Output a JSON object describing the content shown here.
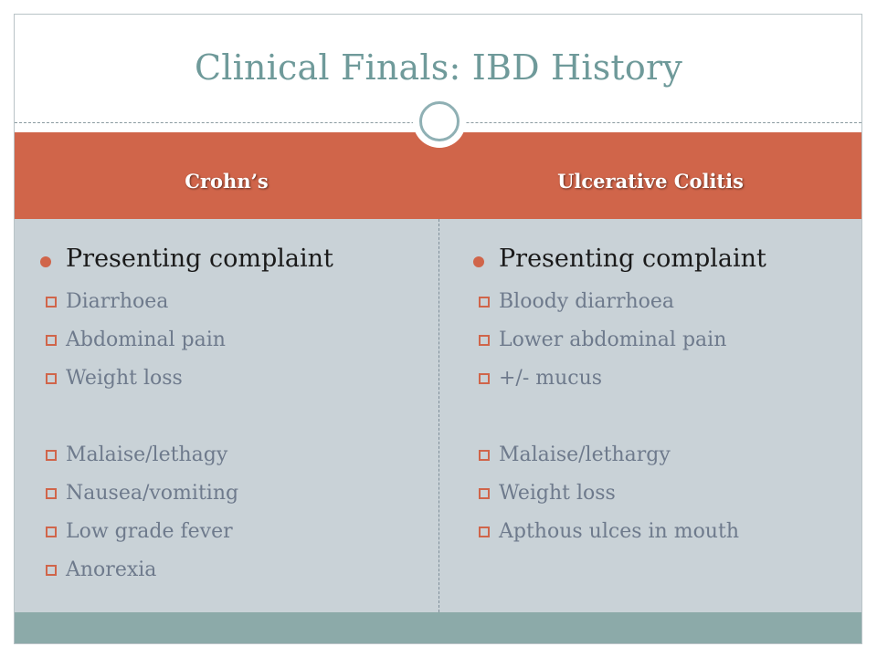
{
  "title": "Clinical Finals: IBD History",
  "columns": [
    {
      "heading": "Crohn’s",
      "section": "Presenting complaint",
      "items_top": [
        "Diarrhoea",
        "Abdominal pain",
        "Weight loss"
      ],
      "items_bottom": [
        "Malaise/lethagy",
        "Nausea/vomiting",
        "Low grade fever",
        "Anorexia"
      ]
    },
    {
      "heading": "Ulcerative Colitis",
      "section": "Presenting complaint",
      "items_top": [
        "Bloody diarrhoea",
        "Lower abdominal pain",
        "+/- mucus"
      ],
      "items_bottom": [
        "Malaise/lethargy",
        "Weight loss",
        "Apthous ulces in mouth"
      ]
    }
  ],
  "colors": {
    "accent": "#d0654a",
    "title": "#6f9a9a",
    "body_band": "#c9d2d7",
    "footer_band": "#8caaa9",
    "sub_text": "#6e7a8c"
  }
}
